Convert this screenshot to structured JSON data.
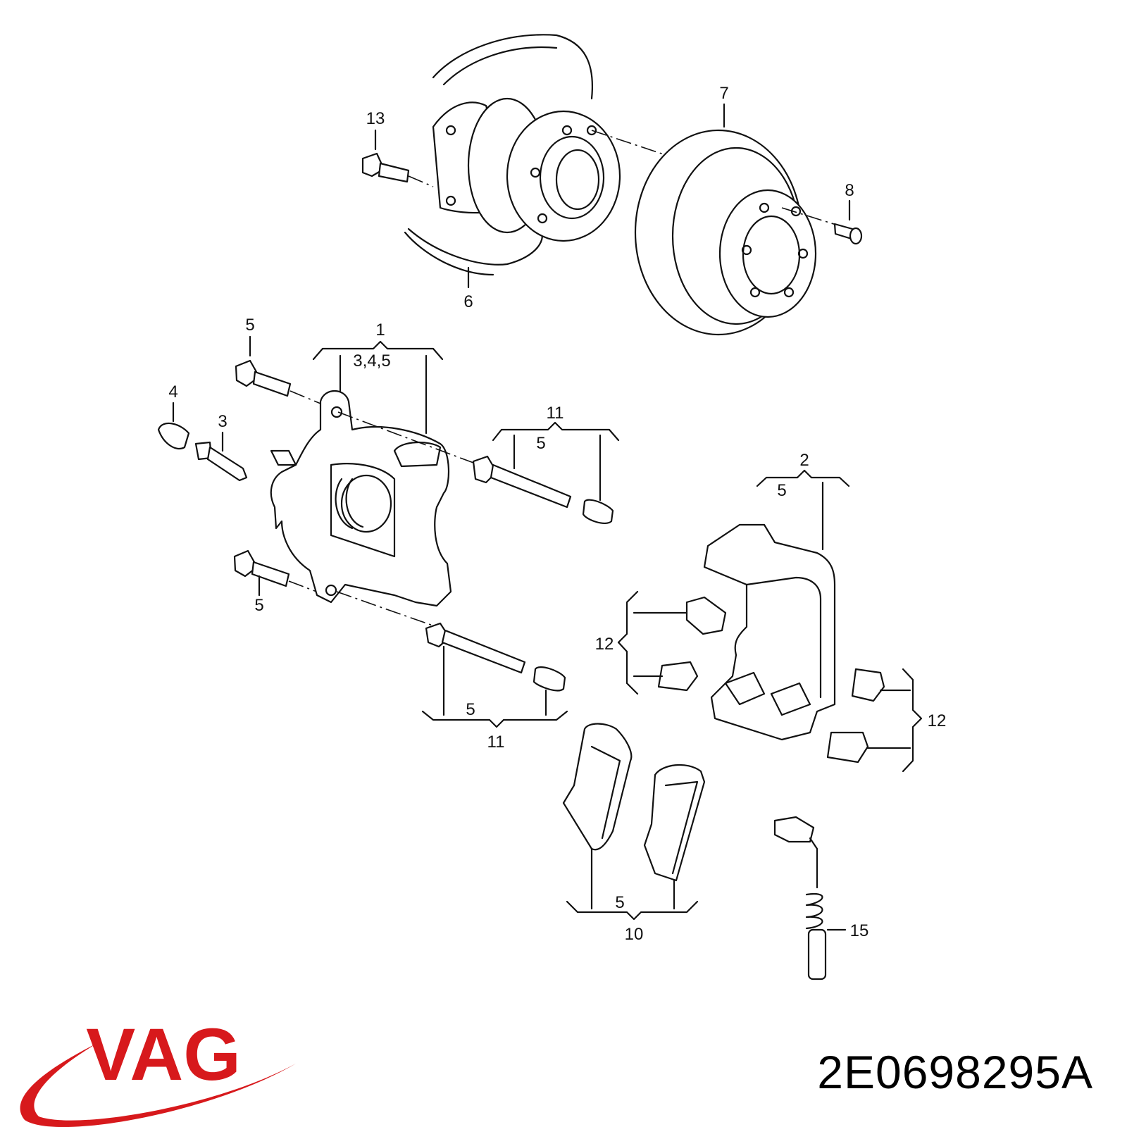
{
  "brand": {
    "logo_text": "VAG",
    "logo_color": "#d7191c"
  },
  "part_number": "2E0698295A",
  "callouts": {
    "hub_bolt": "13",
    "brake_disc": "7",
    "disc_screw": "8",
    "splash_shield": "6",
    "caliper": "1",
    "caliper_includes": "3,4,5",
    "caliper_bolt_top": "5",
    "bleeder_cap": "4",
    "bleeder_screw": "3",
    "guide_pin_top": "11",
    "guide_pin_top_note": "5",
    "carrier": "2",
    "carrier_note": "5",
    "caliper_bolt_bottom": "5",
    "clips_left": "12",
    "clips_right": "12",
    "guide_pin_bottom_note": "5",
    "guide_pin_bottom": "11",
    "pads_note": "5",
    "pads": "10",
    "wear_sensor": "15"
  }
}
